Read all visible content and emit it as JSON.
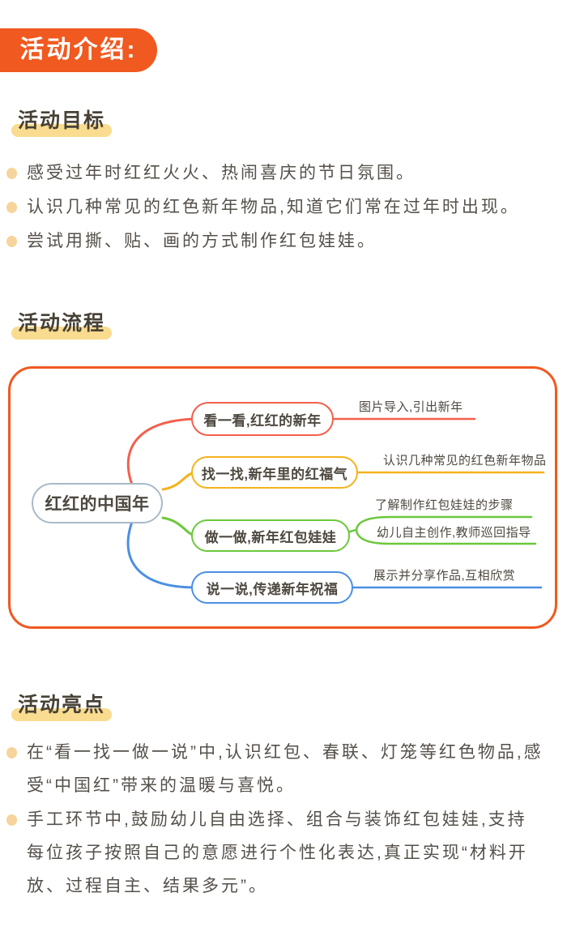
{
  "colors": {
    "orange": "#F0591F",
    "highlight_yellow": "#F9DC8F",
    "bullet_dot": "#F6D49B",
    "text_dark": "#55504A",
    "branch_red": "#F3604C",
    "branch_yellow": "#F6B21B",
    "branch_green": "#6CC83C",
    "branch_blue": "#4B8FE2",
    "root_node_border": "#A9B9C9"
  },
  "header": {
    "badge": "活动介绍:"
  },
  "goals": {
    "title": "活动目标",
    "bullets": [
      "感受过年时红红火火、热闹喜庆的节日氛围。",
      "认识几种常见的红色新年物品,知道它们常在过年时出现。",
      "尝试用撕、贴、画的方式制作红包娃娃。"
    ]
  },
  "flow": {
    "title": "活动流程",
    "mindmap": {
      "root": "红红的中国年",
      "branches": [
        {
          "label": "看一看,红红的新年",
          "color": "#F3604C",
          "notes": [
            "图片导入,引出新年"
          ]
        },
        {
          "label": "找一找,新年里的红福气",
          "color": "#F6B21B",
          "notes": [
            "认识几种常见的红色新年物品"
          ]
        },
        {
          "label": "做一做,新年红包娃娃",
          "color": "#6CC83C",
          "notes": [
            "了解制作红包娃娃的步骤",
            "幼儿自主创作,教师巡回指导"
          ]
        },
        {
          "label": "说一说,传递新年祝福",
          "color": "#4B8FE2",
          "notes": [
            "展示并分享作品,互相欣赏"
          ]
        }
      ]
    }
  },
  "highlights": {
    "title": "活动亮点",
    "bullets": [
      "在“看一找一做一说”中,认识红包、春联、灯笼等红色物品,感受“中国红”带来的温暖与喜悦。",
      "手工环节中,鼓励幼儿自由选择、组合与装饰红包娃娃,支持每位孩子按照自己的意愿进行个性化表达,真正实现“材料开放、过程自主、结果多元”。"
    ]
  }
}
